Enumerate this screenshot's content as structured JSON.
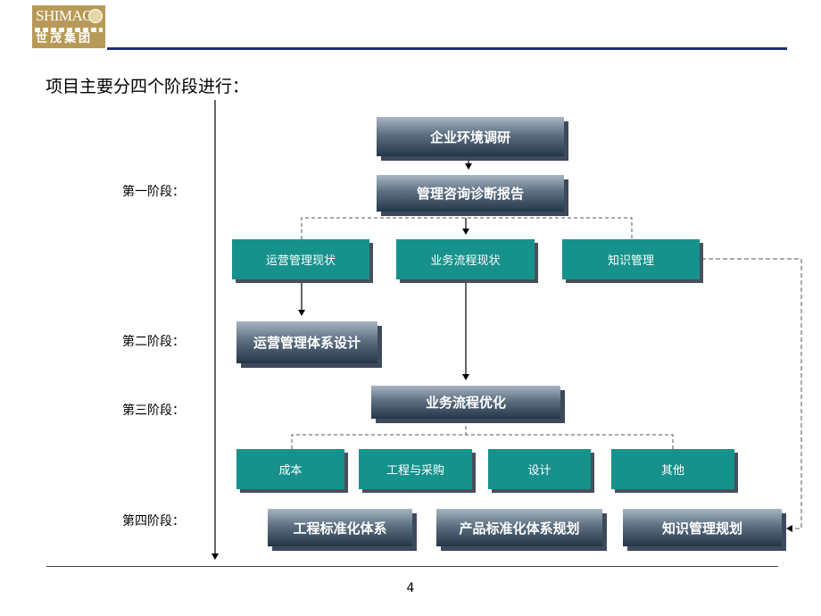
{
  "logo": {
    "top_text": "SHIMAO",
    "bottom_text": "世茂集团"
  },
  "title": "项目主要分四个阶段进行：",
  "stages": [
    "第一阶段：",
    "第二阶段：",
    "第三阶段：",
    "第四阶段："
  ],
  "nodes": {
    "research": "企业环境调研",
    "report": "管理咨询诊断报告",
    "ops_status": "运营管理现状",
    "process_status": "业务流程现状",
    "knowledge": "知识管理",
    "ops_design": "运营管理体系设计",
    "process_opt": "业务流程优化",
    "cost": "成本",
    "engineering_purchase": "工程与采购",
    "design": "设计",
    "others": "其他",
    "engineering_std": "工程标准化体系",
    "product_std": "产品标准化体系规划",
    "knowledge_plan": "知识管理规划"
  },
  "page_number": "4",
  "colors": {
    "header_line": "#1f2e7a",
    "teal_box": "#17918c",
    "gradient_dark": "#243649",
    "gradient_light": "#a8b5c3",
    "logo_gold": "#b79a57"
  }
}
